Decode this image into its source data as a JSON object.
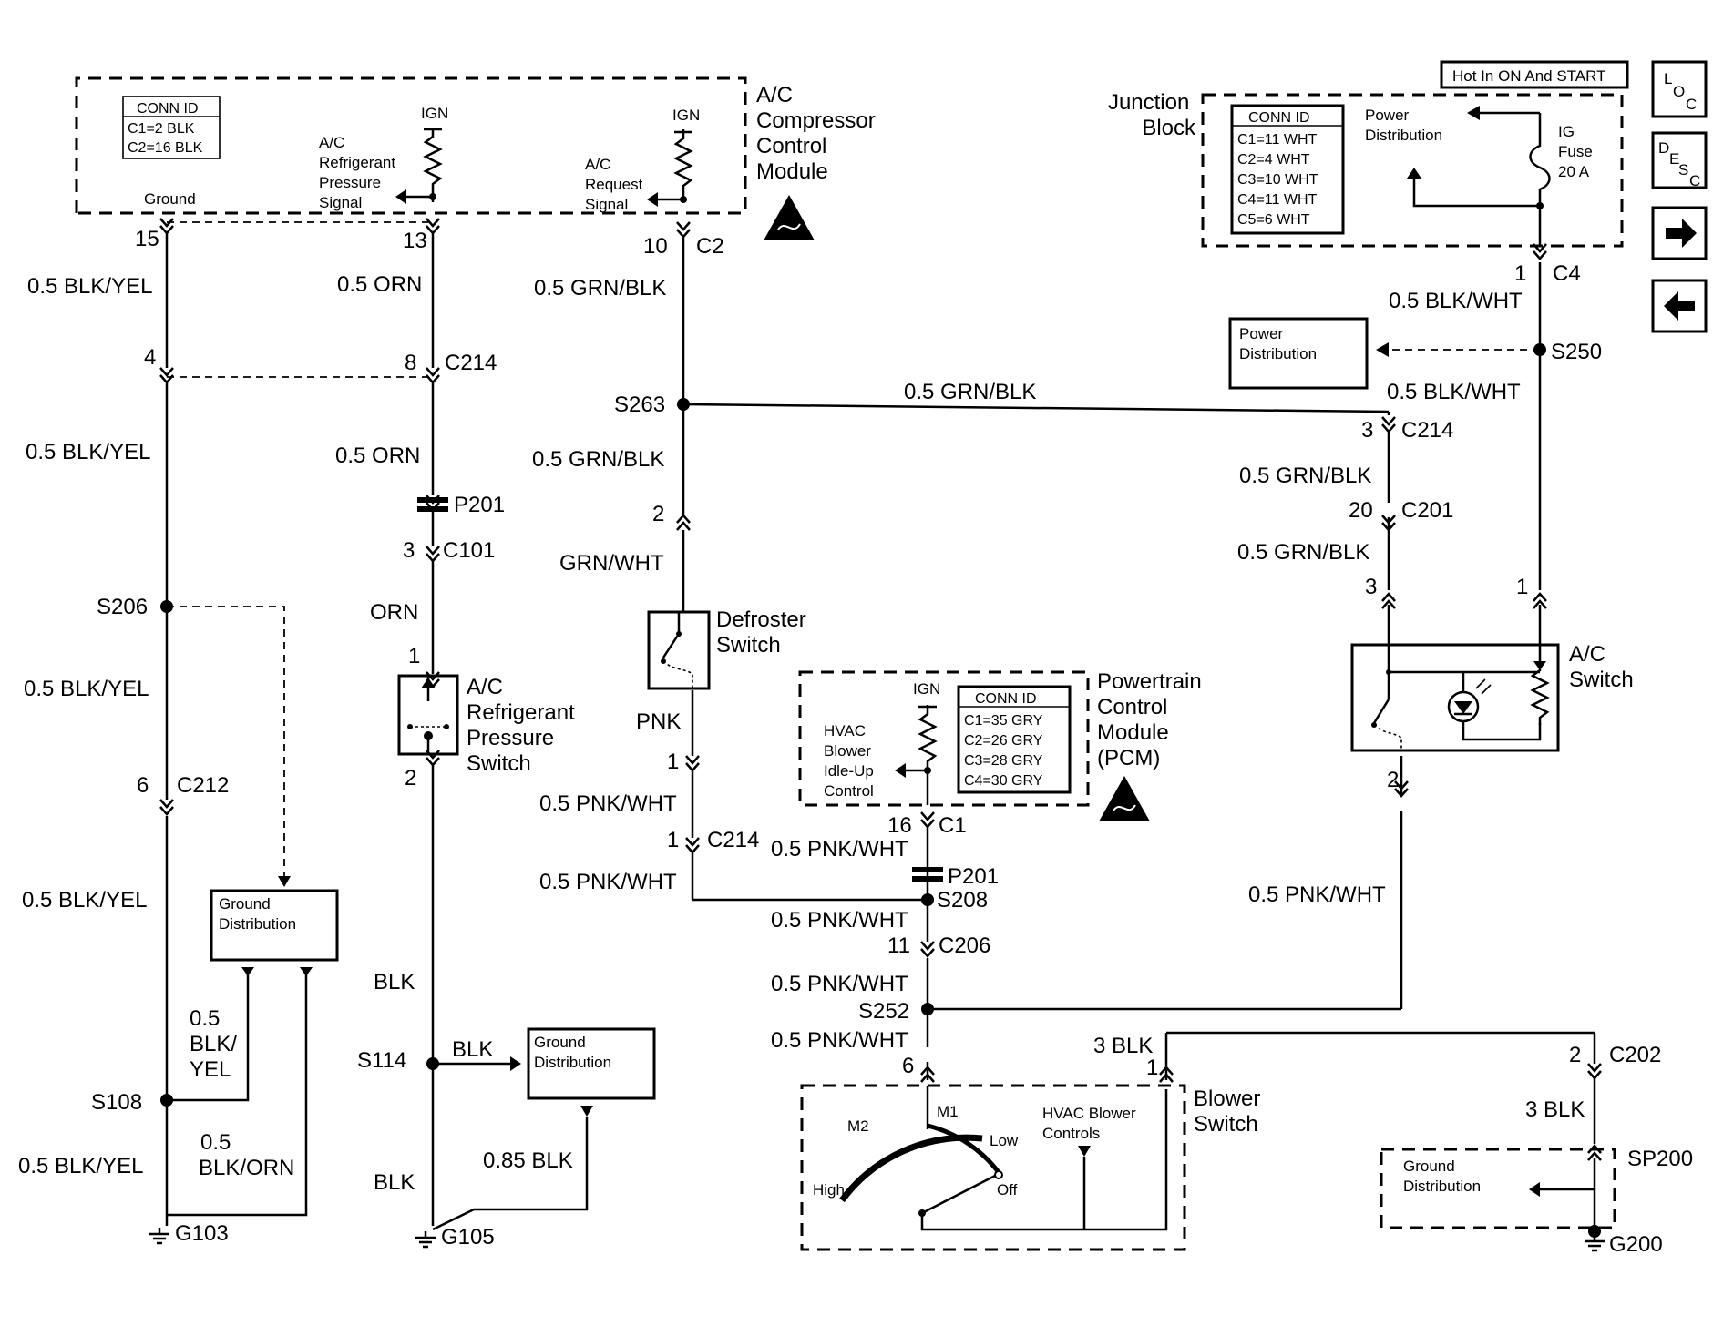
{
  "nav": {
    "loc": {
      "l1": "L",
      "l2": "O",
      "l3": "C"
    },
    "desc": {
      "l1": "D",
      "l2": "E",
      "l3": "S",
      "l4": "C"
    },
    "next_icon": "arrow-right-icon",
    "prev_icon": "arrow-left-icon"
  },
  "hot_label": "Hot In ON And START",
  "acm": {
    "title": [
      "A/C",
      "Compressor",
      "Control",
      "Module"
    ],
    "conn_hdr": "CONN ID",
    "conn": [
      "C1=2 BLK",
      "C2=16 BLK"
    ],
    "ign1": "IGN",
    "ign2": "IGN",
    "ground": "Ground",
    "ref_sig": [
      "A/C",
      "Refrigerant",
      "Pressure",
      "Signal"
    ],
    "req_sig": [
      "A/C",
      "Request",
      "Signal"
    ],
    "pins": {
      "p15": "15",
      "p13": "13",
      "p10": "10",
      "c2": "C2"
    }
  },
  "jb": {
    "title": [
      "Junction",
      "Block"
    ],
    "conn_hdr": "CONN ID",
    "conn": [
      "C1=11 WHT",
      "C2=4 WHT",
      "C3=10 WHT",
      "C4=11 WHT",
      "C5=6 WHT"
    ],
    "pd": [
      "Power",
      "Distribution"
    ],
    "fuse": [
      "IG",
      "Fuse",
      "20 A"
    ],
    "pin": "1",
    "conn_id": "C4"
  },
  "wires": {
    "w1": "0.5 BLK/YEL",
    "w2": "0.5 ORN",
    "w3": "0.5 GRN/BLK",
    "w4": "0.5 BLK/WHT",
    "w5": "0.5 BLK/YEL",
    "w6": "0.5 ORN",
    "w7": "0.5 GRN/BLK",
    "w8": "0.5 BLK/WHT",
    "w9": "0.5 GRN/BLK",
    "w10": "0.5 GRN/BLK",
    "w11": "0.5 GRN/BLK",
    "w12": "GRN/WHT",
    "w13": "ORN",
    "w14": "0.5 BLK/YEL",
    "w15": "PNK",
    "w16": "0.5 PNK/WHT",
    "w17": "0.5 PNK/WHT",
    "w18": "0.5 PNK/WHT",
    "w19": "0.5 BLK/YEL",
    "w20": "0.5 PNK/WHT",
    "w21": "0.5 PNK/WHT",
    "w22": "0.5 PNK/WHT",
    "w23": "BLK",
    "w24": "BLK",
    "w25": "0.85 BLK",
    "w26": "BLK",
    "w27": "0.5 BLK/YEL",
    "w28": "3 BLK",
    "w29": "3 BLK",
    "w30": "0.5 PNK/WHT"
  },
  "wire_multi": {
    "blk_yel": [
      "0.5",
      "BLK/",
      "YEL"
    ],
    "blk_orn": [
      "0.5",
      "BLK/ORN"
    ]
  },
  "conns": {
    "c4a": "4",
    "c4b": "8",
    "c214a": "C214",
    "c3a": "3",
    "c214b": "C214",
    "c20": "20",
    "c201": "C201",
    "c3b": "3",
    "c1b": "1",
    "p201a": "P201",
    "c3c": "3",
    "c101": "C101",
    "c2d": "2",
    "c1d": "1",
    "c2e": "2",
    "c6a": "6",
    "c212": "C212",
    "c1e": "1",
    "c1f": "1",
    "c214c": "C214",
    "c16": "16",
    "c1g": "C1",
    "p201b": "P201",
    "c11": "11",
    "c206": "C206",
    "c6b": "6",
    "c1h": "1",
    "c2f": "2",
    "c202": "C202",
    "c2g": "2"
  },
  "splices": {
    "s263": "S263",
    "s250": "S250",
    "s206": "S206",
    "s208": "S208",
    "s252": "S252",
    "s114": "S114",
    "s108": "S108",
    "sp200": "SP200"
  },
  "grounds": {
    "g103": "G103",
    "g105": "G105",
    "g200": "G200"
  },
  "boxes": {
    "pd2": [
      "Power",
      "Distribution"
    ],
    "gd1": [
      "Ground",
      "Distribution"
    ],
    "gd2": [
      "Ground",
      "Distribution"
    ],
    "gd3": [
      "Ground",
      "Distribution"
    ]
  },
  "components": {
    "defrost": [
      "Defroster",
      "Switch"
    ],
    "refsw": [
      "A/C",
      "Refrigerant",
      "Pressure",
      "Switch"
    ],
    "acsw": [
      "A/C",
      "Switch"
    ],
    "pcm": [
      "Powertrain",
      "Control",
      "Module",
      "(PCM)"
    ],
    "pcm_ign": "IGN",
    "pcm_ctrl": [
      "HVAC",
      "Blower",
      "Idle-Up",
      "Control"
    ],
    "pcm_hdr": "CONN ID",
    "pcm_conn": [
      "C1=35 GRY",
      "C2=26 GRY",
      "C3=28 GRY",
      "C4=30 GRY"
    ],
    "blower": [
      "Blower",
      "Switch"
    ],
    "blower_ctrl": [
      "HVAC Blower",
      "Controls"
    ],
    "blower_pos": {
      "m2": "M2",
      "m1": "M1",
      "low": "Low",
      "high": "High",
      "off": "Off"
    }
  }
}
